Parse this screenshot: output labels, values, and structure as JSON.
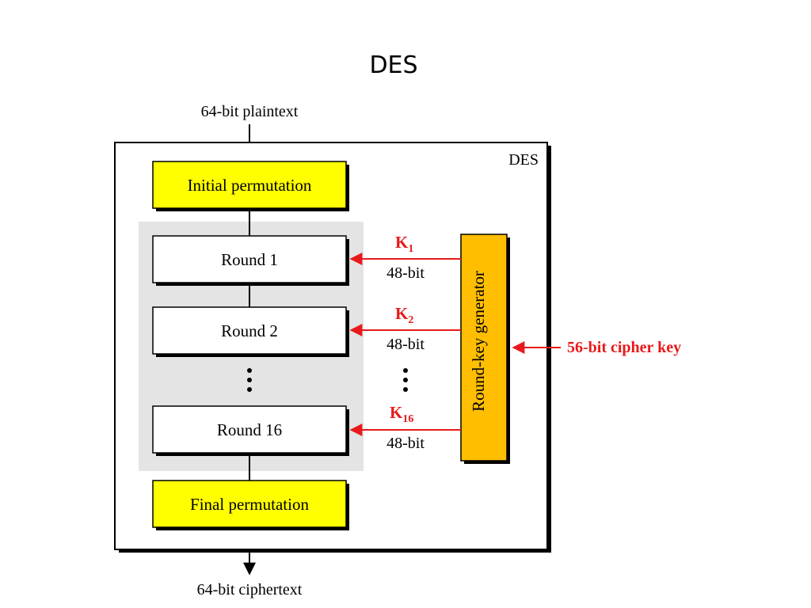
{
  "slide": {
    "title": "DES"
  },
  "diagram": {
    "input_label": "64-bit plaintext",
    "output_label": "64-bit ciphertext",
    "container_label": "DES",
    "initial_permutation": "Initial permutation",
    "final_permutation": "Final permutation",
    "rounds": [
      {
        "label": "Round 1",
        "key": "K",
        "key_sub": "1",
        "key_size": "48-bit"
      },
      {
        "label": "Round 2",
        "key": "K",
        "key_sub": "2",
        "key_size": "48-bit"
      },
      {
        "label": "Round 16",
        "key": "K",
        "key_sub": "16",
        "key_size": "48-bit"
      }
    ],
    "round_key_generator": "Round-key generator",
    "cipher_key_label": "56-bit cipher key"
  },
  "colors": {
    "permutation_fill": "#ffff00",
    "generator_fill": "#ffbe00",
    "key_arrow": "#e8191a",
    "rounds_background": "#e4e4e4",
    "shadow": "#000000"
  }
}
